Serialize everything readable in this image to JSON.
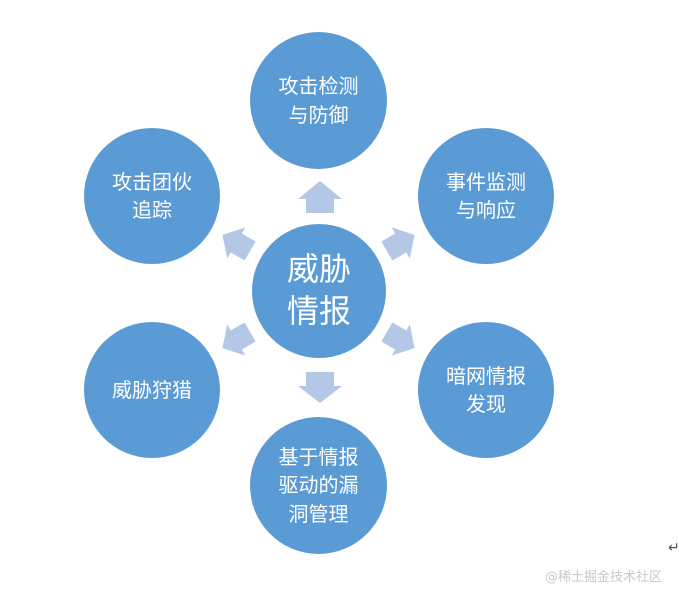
{
  "diagram": {
    "center": {
      "line1": "威胁",
      "line2": "情报"
    },
    "top": {
      "line1": "攻击检测",
      "line2": "与防御"
    },
    "upper_right": {
      "line1": "事件监测",
      "line2": "与响应"
    },
    "lower_right": {
      "line1": "暗网情报",
      "line2": "发现"
    },
    "bottom": {
      "line1": "基于情报",
      "line2": "驱动的漏",
      "line3": "洞管理"
    },
    "lower_left": {
      "line1": "威胁狩猎"
    },
    "upper_left": {
      "line1": "攻击团伙",
      "line2": "追踪"
    }
  },
  "paragraph_mark": "↵",
  "watermark": "@稀土掘金技术社区",
  "colors": {
    "circle": "#5b9bd5",
    "arrow": "#b4c7e7"
  }
}
